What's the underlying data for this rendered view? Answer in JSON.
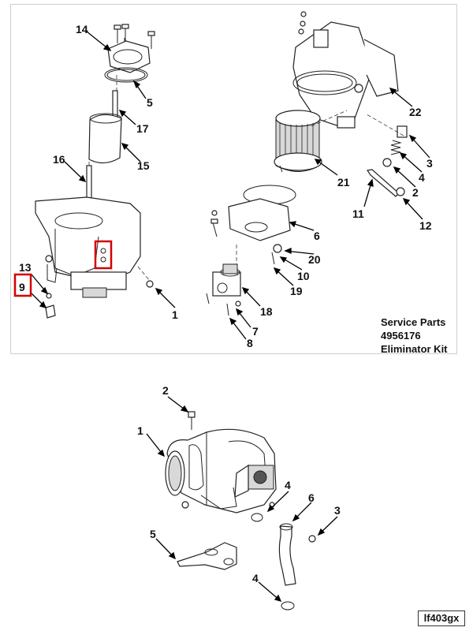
{
  "service_parts": {
    "line1": "Service Parts",
    "line2": "4956176",
    "line3": "Eliminator Kit"
  },
  "figure_id": "lf403gx",
  "top_callouts": [
    "14",
    "5",
    "17",
    "15",
    "16",
    "13",
    "9",
    "1",
    "22",
    "3",
    "4",
    "2",
    "21",
    "11",
    "12",
    "6",
    "20",
    "10",
    "19",
    "18",
    "7",
    "8"
  ],
  "bottom_callouts": [
    "2",
    "1",
    "4",
    "6",
    "3",
    "5",
    "4"
  ],
  "highlight_color": "#d40000"
}
